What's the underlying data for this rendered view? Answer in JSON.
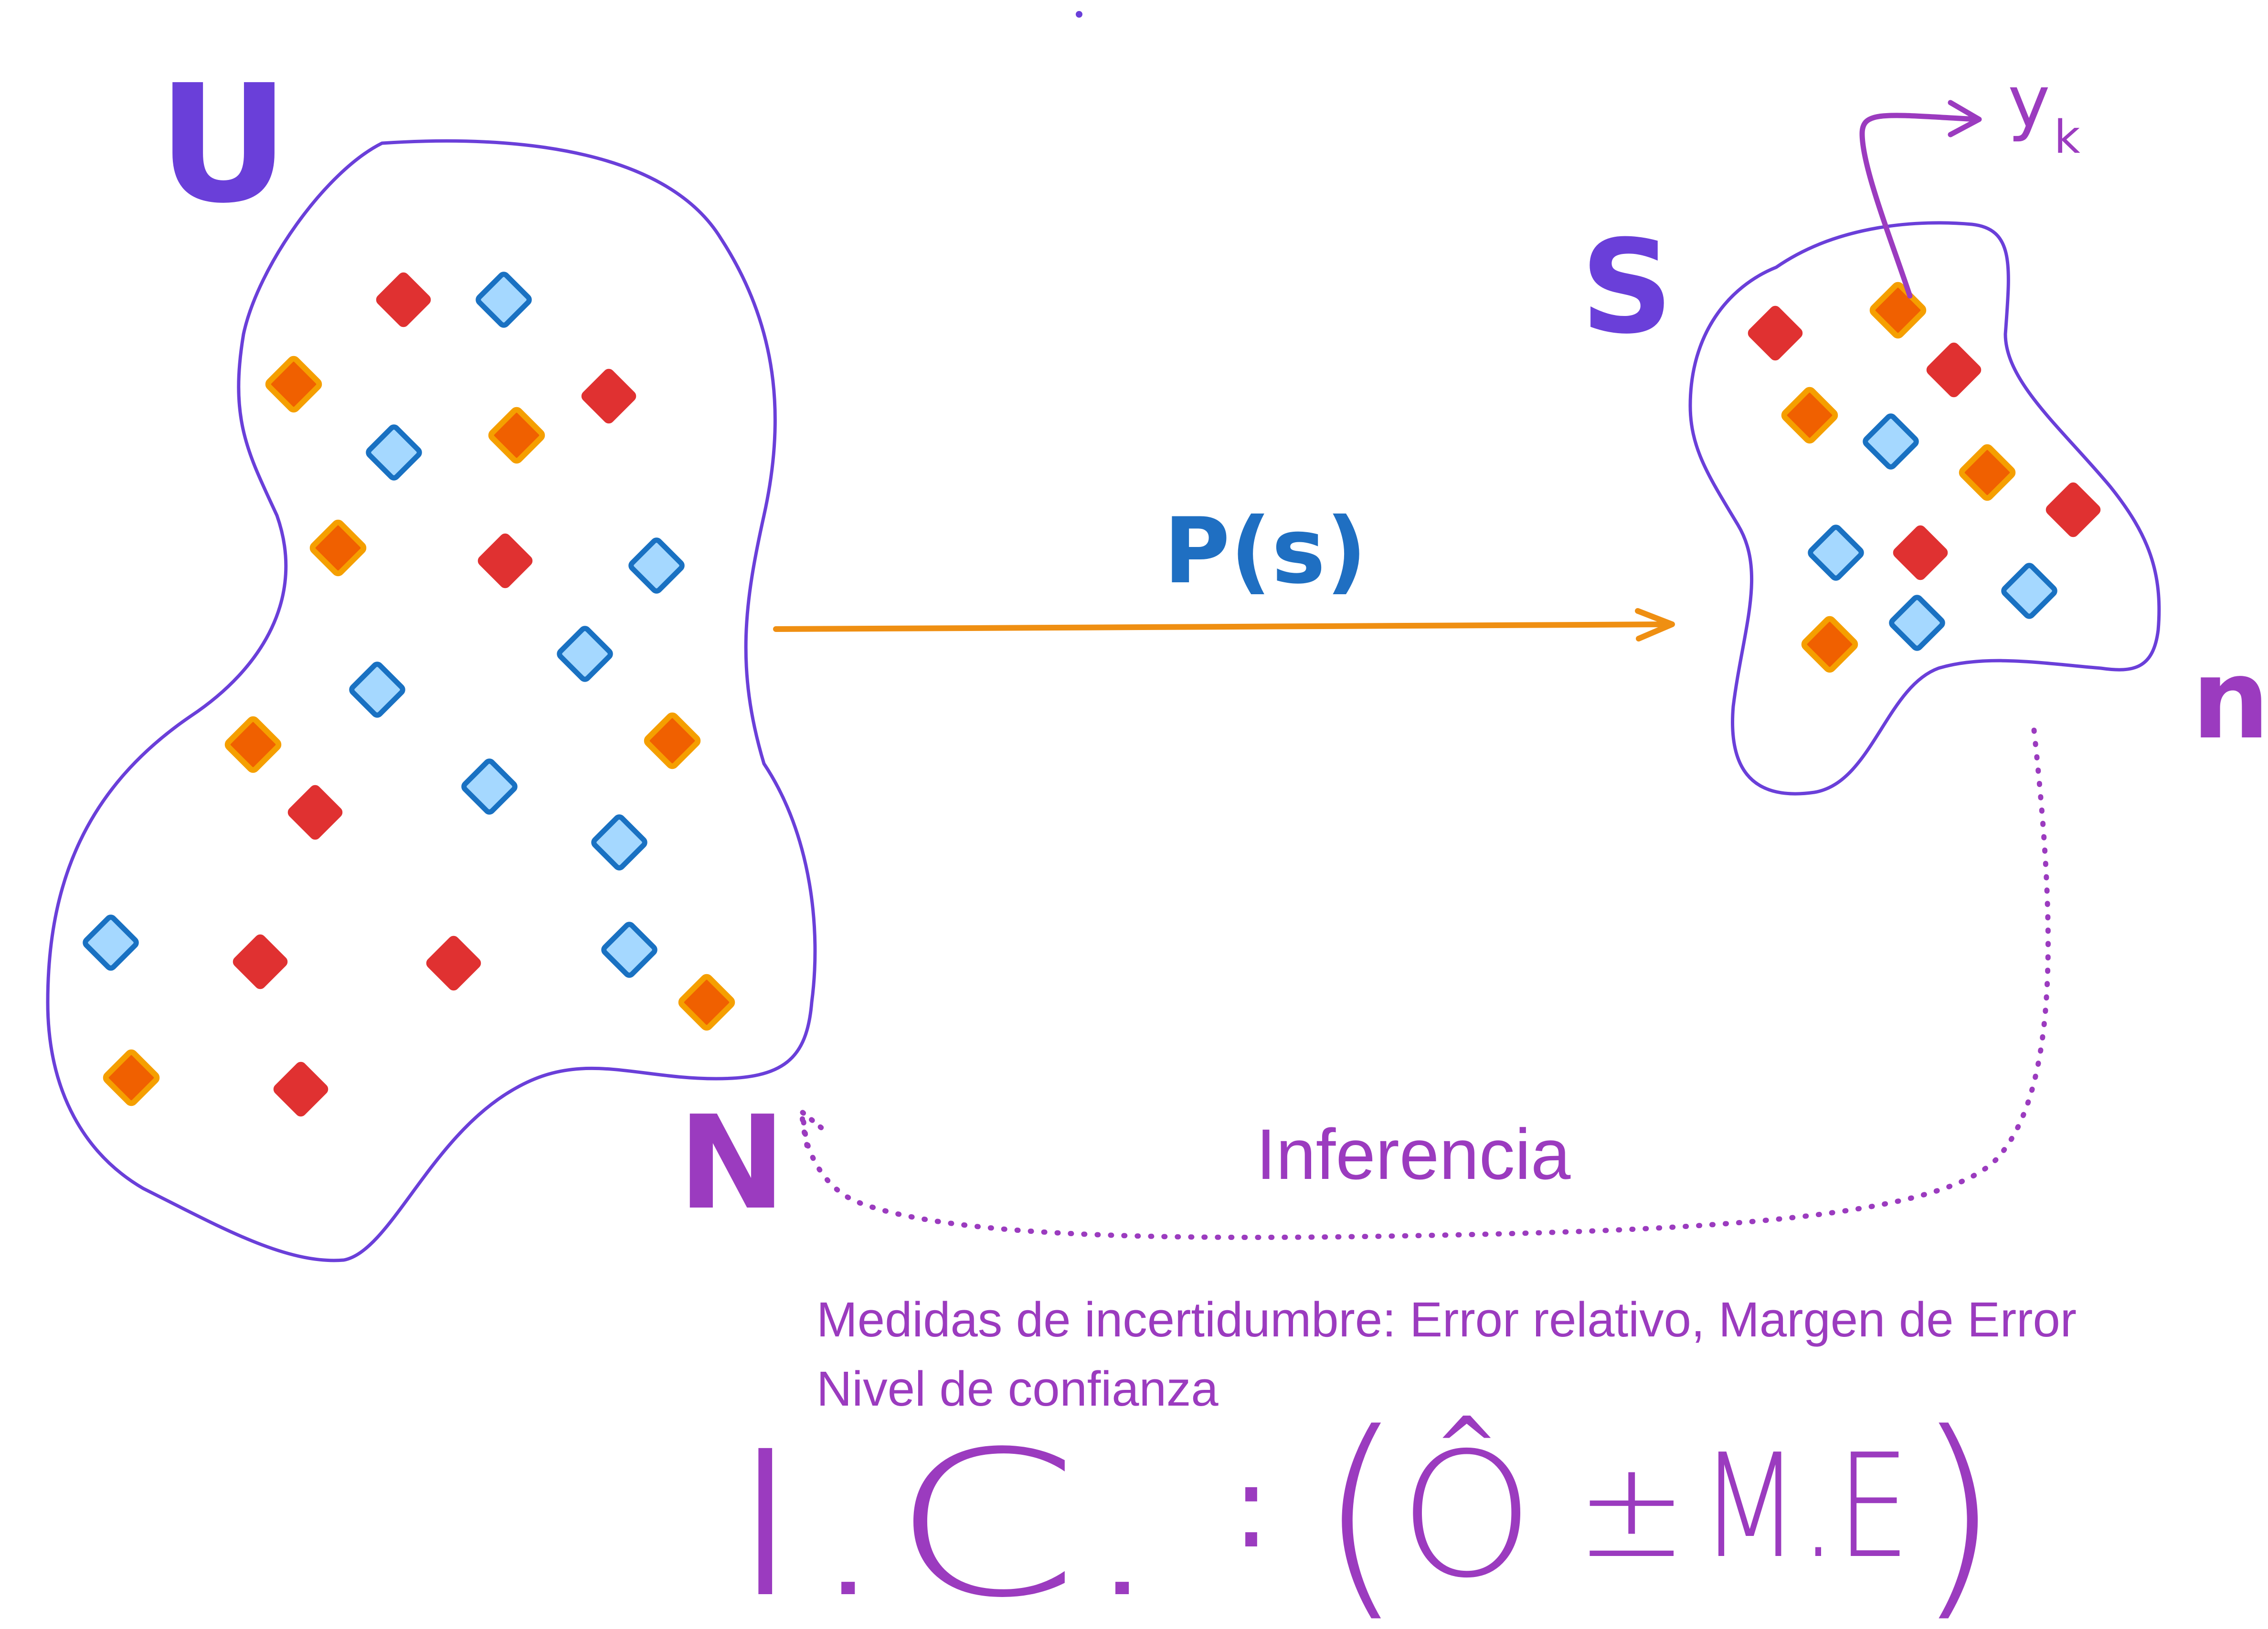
{
  "colors": {
    "blob_stroke": "#6a3fd9",
    "label_U_S": "#6a3fd9",
    "label_N_n": "#9b3bbf",
    "arrow": "#ef8f12",
    "ps_label": "#1f6fc2",
    "inference": "#9b3bbf",
    "red_fill": "#e03131",
    "orange_fill": "#f06000",
    "orange_stroke": "#f59f00",
    "blue_fill": "#a5d8ff",
    "blue_stroke": "#1971c2"
  },
  "population": {
    "label": "U",
    "size_label": "N"
  },
  "sample": {
    "label": "S",
    "size_label": "n",
    "element_label": "y",
    "element_subscript": "k"
  },
  "sampling": {
    "label": "P(s)"
  },
  "inference": {
    "label": "Inferencia"
  },
  "uncertainty": {
    "line1": "Medidas de incertidumbre: Error relativo, Margen de Error",
    "line2": "Nivel de confianza"
  },
  "formula": {
    "lhs": "I.C.",
    "colon": ":",
    "estimator": "Ô",
    "pm": "±",
    "margin": "M.E",
    "open_paren": "(",
    "close_paren": ")"
  }
}
